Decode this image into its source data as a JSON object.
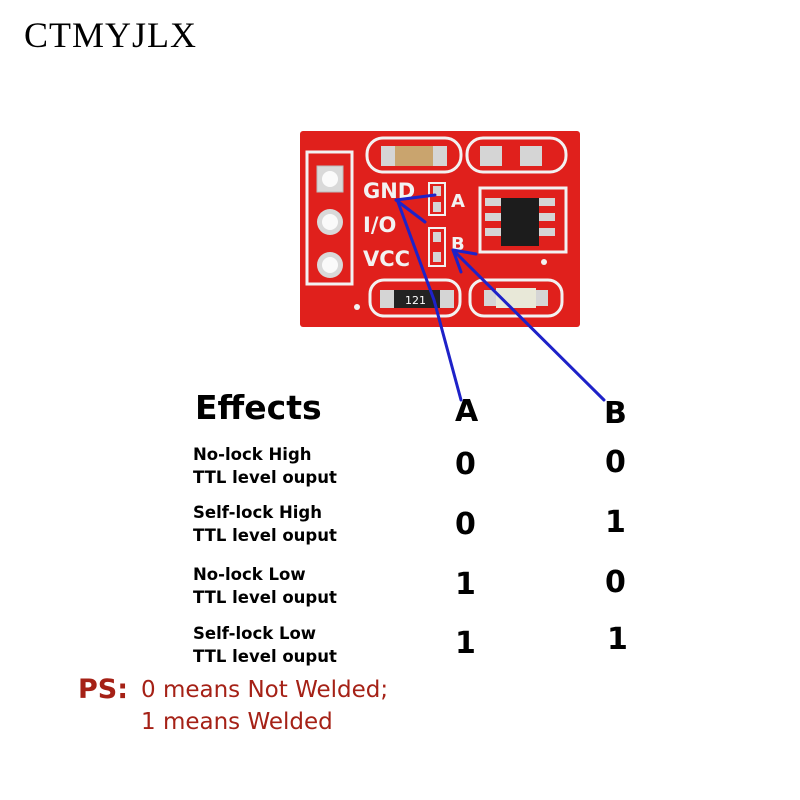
{
  "brand": "CTMYJLX",
  "board": {
    "pin_labels": [
      "GND",
      "I/O",
      "VCC"
    ],
    "pad_labels": [
      "A",
      "B"
    ],
    "resistor_code": "121",
    "colors": {
      "pcb": "#e0201c",
      "silk": "#f2f2f2",
      "arrow": "#1e22c8"
    }
  },
  "table": {
    "header": {
      "effects": "Effects",
      "a": "A",
      "b": "B"
    },
    "rows": [
      {
        "line1": "No-lock High",
        "line2": "TTL level ouput",
        "a": "0",
        "b": "0"
      },
      {
        "line1": "Self-lock High",
        "line2": "TTL level ouput",
        "a": "0",
        "b": "1"
      },
      {
        "line1": "No-lock Low",
        "line2": "TTL level ouput",
        "a": "1",
        "b": "0"
      },
      {
        "line1": "Self-lock Low",
        "line2": "TTL level ouput",
        "a": "1",
        "b": "1"
      }
    ]
  },
  "note": {
    "tag": "PS:",
    "line1": "0 means Not Welded;",
    "line2": "1 means Welded",
    "color": "#a52116"
  }
}
